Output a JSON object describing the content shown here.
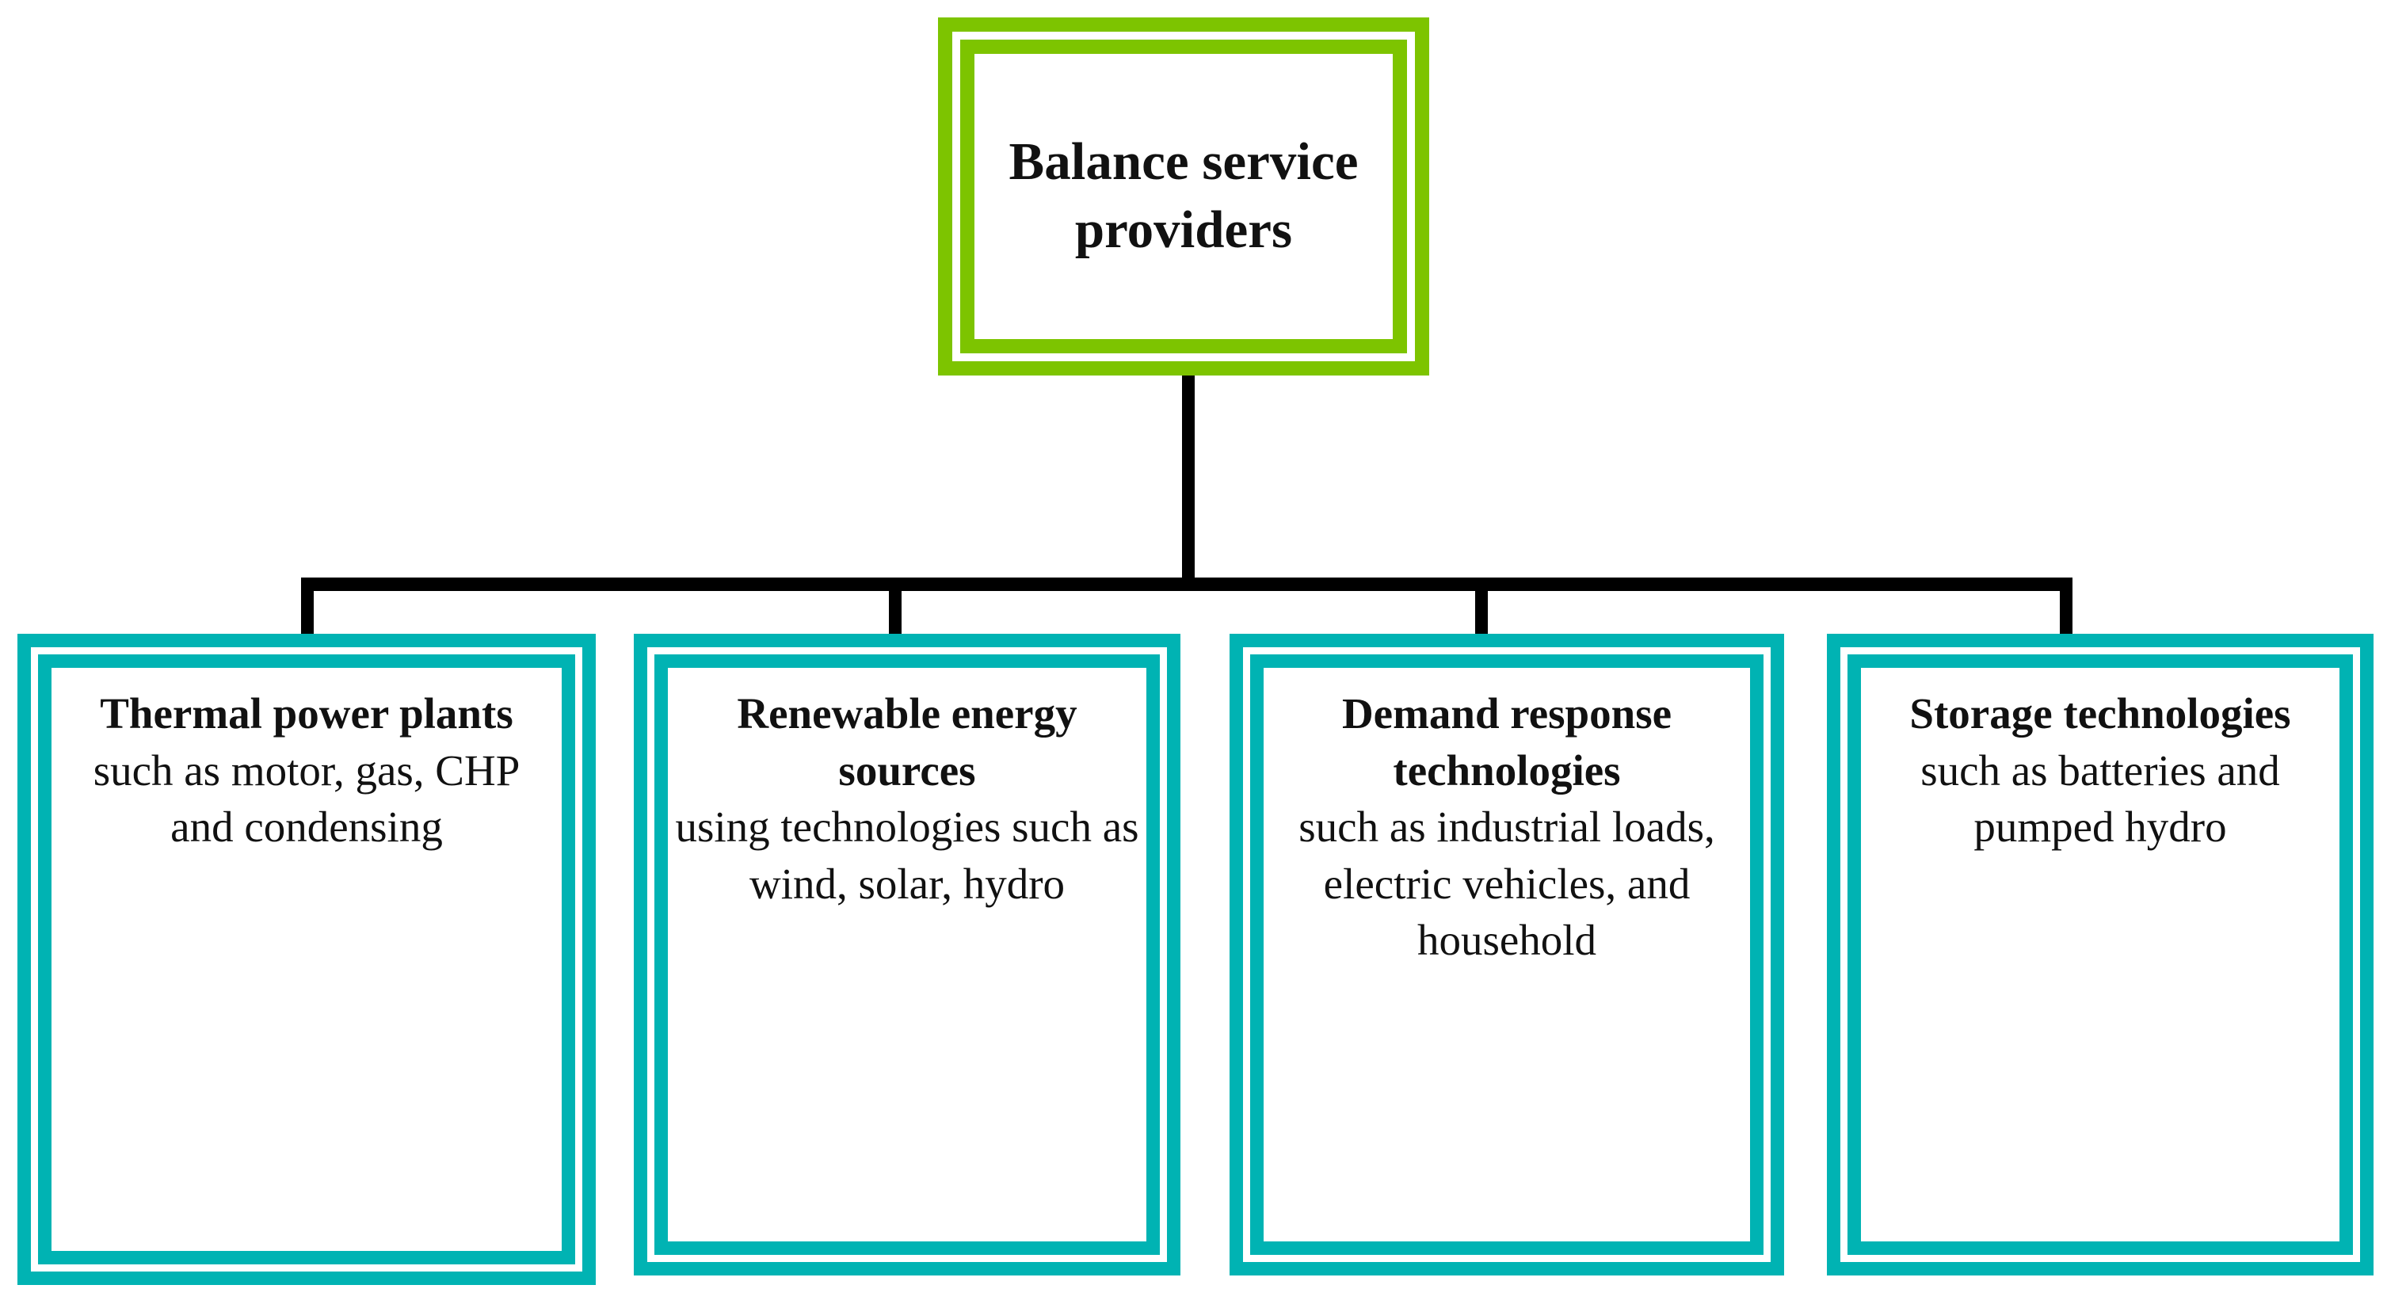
{
  "diagram": {
    "type": "hierarchy-tree",
    "orientation": "top-down",
    "colors": {
      "root_border": "#7DC400",
      "leaf_border": "#00B3B3",
      "connector": "#000000",
      "text": "#111111",
      "background": "#FFFFFF"
    },
    "root": {
      "title": "Balance service providers"
    },
    "children": [
      {
        "title": "Thermal power plants",
        "description": "such as motor, gas, CHP and condensing"
      },
      {
        "title": "Renewable energy sources",
        "description": "using technologies such as wind, solar, hydro"
      },
      {
        "title": "Demand response technologies",
        "description": "such as industrial loads, electric vehicles, and household"
      },
      {
        "title": "Storage technologies",
        "description": "such as batteries and pumped hydro"
      }
    ]
  }
}
